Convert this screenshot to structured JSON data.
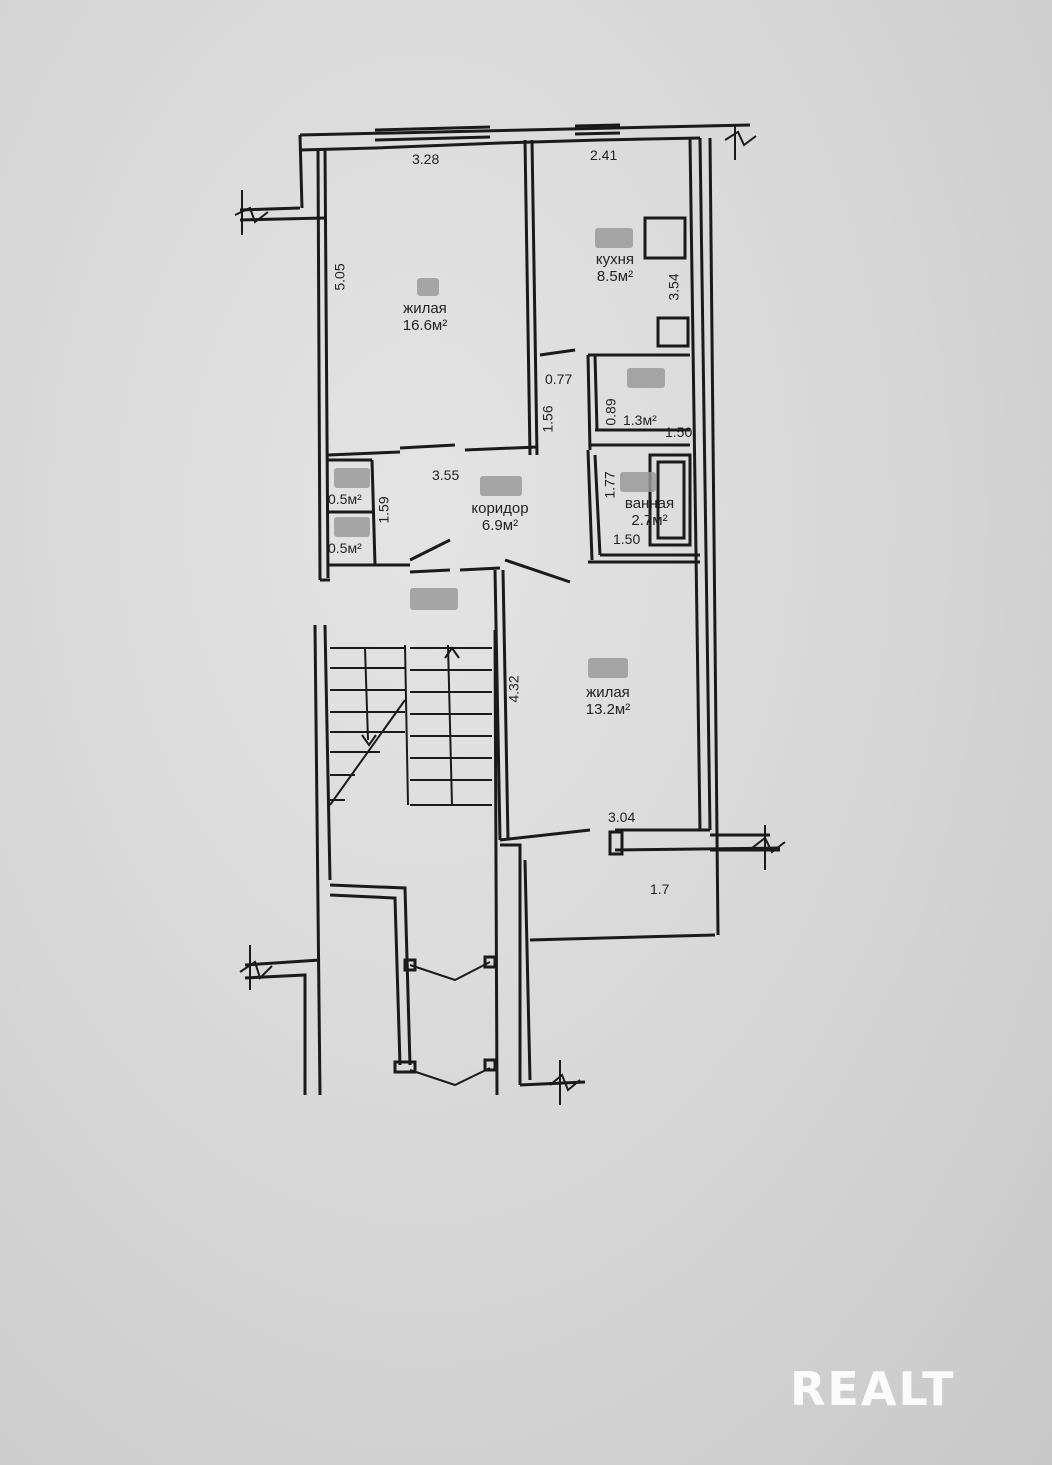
{
  "rooms": {
    "living1": {
      "name": "жилая",
      "area": "16.6м²"
    },
    "kitchen": {
      "name": "кухня",
      "area": "8.5м²"
    },
    "wc": {
      "area": "1.3м²"
    },
    "bath": {
      "name": "ванная",
      "area": "2.7м²"
    },
    "corridor": {
      "name": "коридор",
      "area": "6.9м²"
    },
    "closet1": {
      "area": "0.5м²"
    },
    "closet2": {
      "area": "0.5м²"
    },
    "living2": {
      "name": "жилая",
      "area": "13.2м²"
    }
  },
  "dimensions": {
    "d328": "3.28",
    "d241": "2.41",
    "d505": "5.05",
    "d354": "3.54",
    "d077": "0.77",
    "d156": "1.56",
    "d089": "0.89",
    "d150a": "1.50",
    "d177": "1.77",
    "d150b": "1.50",
    "d355": "3.55",
    "d159": "1.59",
    "d432": "4.32",
    "d304": "3.04",
    "d17": "1.7"
  },
  "watermark": "REALT"
}
